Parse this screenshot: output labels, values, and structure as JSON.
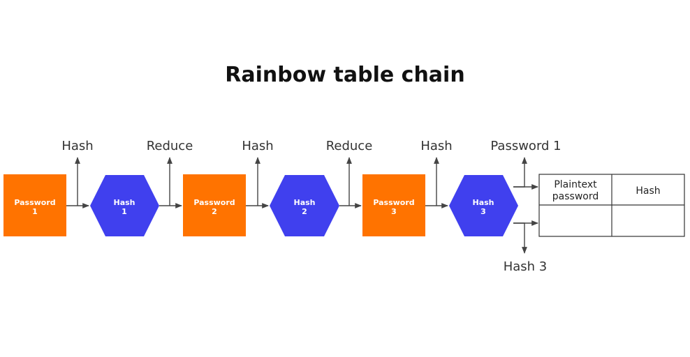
{
  "title": "Rainbow table chain",
  "colors": {
    "password_node": "#FF7300",
    "hash_node": "#4040EE",
    "line": "#444444"
  },
  "nodes": [
    {
      "shape": "square",
      "line1": "Password",
      "line2": "1"
    },
    {
      "shape": "hexagon",
      "line1": "Hash",
      "line2": "1"
    },
    {
      "shape": "square",
      "line1": "Password",
      "line2": "2"
    },
    {
      "shape": "hexagon",
      "line1": "Hash",
      "line2": "2"
    },
    {
      "shape": "square",
      "line1": "Password",
      "line2": "3"
    },
    {
      "shape": "hexagon",
      "line1": "Hash",
      "line2": "3"
    }
  ],
  "up_labels": [
    "Hash",
    "Reduce",
    "Hash",
    "Reduce",
    "Hash",
    "Password 1"
  ],
  "down_label": "Hash 3",
  "table": {
    "headers": [
      [
        "Plaintext",
        "password"
      ],
      [
        "Hash"
      ]
    ],
    "rows": [
      [
        "",
        ""
      ]
    ]
  }
}
